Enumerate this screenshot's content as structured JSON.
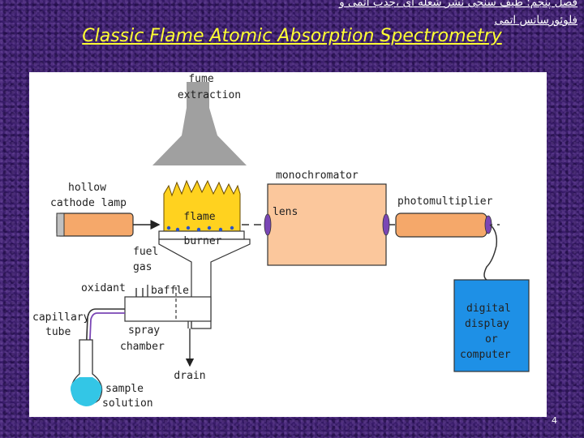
{
  "header": {
    "line1": "فصل پنجم: طیف سنجی نشر شعله ای ،جذب اتمی و",
    "line2": "فلوئورسانس اتمی"
  },
  "title": "Classic Flame Atomic Absorption Spectrometry",
  "diagram": {
    "labels": {
      "fume_1": "fume",
      "fume_2": "extraction",
      "hollow_1": "hollow",
      "hollow_2": "cathode lamp",
      "flame": "flame",
      "burner": "burner",
      "fuel_1": "fuel",
      "fuel_2": "gas",
      "oxidant": "oxidant",
      "baffle": "baffle",
      "capillary_1": "capillary",
      "capillary_2": "tube",
      "spray_1": "spray",
      "spray_2": "chamber",
      "drain": "drain",
      "sample_1": "sample",
      "sample_2": "solution",
      "monochromator": "monochromator",
      "lens": "lens",
      "photomultiplier": "photomultiplier",
      "display_1": "digital",
      "display_2": "display",
      "display_3": "or",
      "display_4": "computer"
    },
    "colors": {
      "flame": "#ffd21f",
      "lamp": "#f5a86a",
      "monochromator": "#fbc79c",
      "display": "#1e90e6",
      "fume": "#a0a0a0",
      "solution": "#33c6e6"
    }
  },
  "page_number": "4"
}
